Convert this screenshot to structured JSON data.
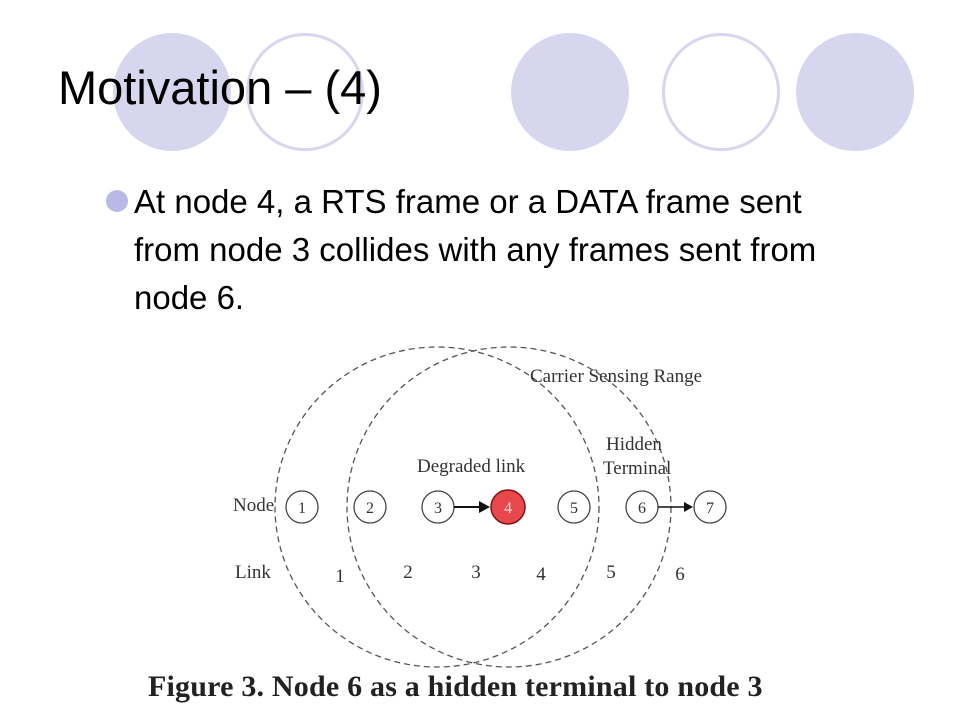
{
  "slide": {
    "title": "Motivation – (4)",
    "bullet": "At node 4, a RTS frame or a DATA frame sent from node 3 collides with any frames sent from node 6."
  },
  "figure": {
    "labels": {
      "carrier_sensing_range": "Carrier Sensing Range",
      "hidden_terminal_line1": "Hidden",
      "hidden_terminal_line2": "Terminal",
      "degraded_link": "Degraded link",
      "node_row": "Node",
      "link_row": "Link"
    },
    "nodes": [
      "1",
      "2",
      "3",
      "4",
      "5",
      "6",
      "7"
    ],
    "links": [
      "1",
      "2",
      "3",
      "4",
      "5",
      "6"
    ],
    "caption": "Figure 3. Node 6 as a hidden terminal to node 3"
  },
  "colors": {
    "accent_circle": "#d6d6ee",
    "bullet": "#b9b9e6",
    "highlight_node": "#e8474c"
  }
}
